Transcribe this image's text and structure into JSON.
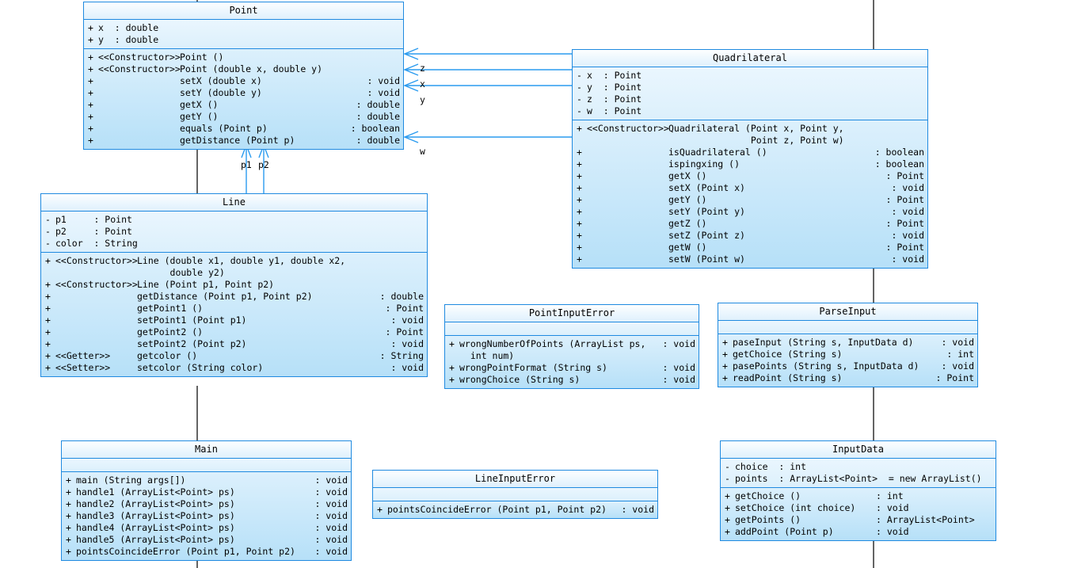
{
  "diagram": {
    "title": "UML Class Diagram",
    "colors": {
      "border": "#1f8ae0",
      "arrow": "#2a9bef",
      "link": "#222222",
      "body_light": "#eaf6fe",
      "body_dark": "#b6e0f8"
    }
  },
  "classes": {
    "point": {
      "name": "Point",
      "attributes": [
        {
          "vis": "+",
          "text": "x  : double"
        },
        {
          "vis": "+",
          "text": "y  : double"
        }
      ],
      "operations": [
        {
          "vis": "+",
          "stereo": "<<Constructor>>",
          "sig": "Point ()",
          "ret": ""
        },
        {
          "vis": "+",
          "stereo": "<<Constructor>>",
          "sig": "Point (double x, double y)",
          "ret": ""
        },
        {
          "vis": "+",
          "stereo": "",
          "sig": "setX (double x)",
          "ret": ": void"
        },
        {
          "vis": "+",
          "stereo": "",
          "sig": "setY (double y)",
          "ret": ": void"
        },
        {
          "vis": "+",
          "stereo": "",
          "sig": "getX ()",
          "ret": ": double"
        },
        {
          "vis": "+",
          "stereo": "",
          "sig": "getY ()",
          "ret": ": double"
        },
        {
          "vis": "+",
          "stereo": "",
          "sig": "equals (Point p)",
          "ret": ": boolean"
        },
        {
          "vis": "+",
          "stereo": "",
          "sig": "getDistance (Point p)",
          "ret": ": double"
        }
      ]
    },
    "quadrilateral": {
      "name": "Quadrilateral",
      "attributes": [
        {
          "vis": "-",
          "text": "x  : Point"
        },
        {
          "vis": "-",
          "text": "y  : Point"
        },
        {
          "vis": "-",
          "text": "z  : Point"
        },
        {
          "vis": "-",
          "text": "w  : Point"
        }
      ],
      "operations": [
        {
          "vis": "+",
          "stereo": "<<Constructor>>",
          "sig": "Quadrilateral (Point x, Point y,\n               Point z, Point w)",
          "ret": ""
        },
        {
          "vis": "+",
          "stereo": "",
          "sig": "isQuadrilateral ()",
          "ret": ": boolean"
        },
        {
          "vis": "+",
          "stereo": "",
          "sig": "ispingxing ()",
          "ret": ": boolean"
        },
        {
          "vis": "+",
          "stereo": "",
          "sig": "getX ()",
          "ret": ": Point"
        },
        {
          "vis": "+",
          "stereo": "",
          "sig": "setX (Point x)",
          "ret": ": void"
        },
        {
          "vis": "+",
          "stereo": "",
          "sig": "getY ()",
          "ret": ": Point"
        },
        {
          "vis": "+",
          "stereo": "",
          "sig": "setY (Point y)",
          "ret": ": void"
        },
        {
          "vis": "+",
          "stereo": "",
          "sig": "getZ ()",
          "ret": ": Point"
        },
        {
          "vis": "+",
          "stereo": "",
          "sig": "setZ (Point z)",
          "ret": ": void"
        },
        {
          "vis": "+",
          "stereo": "",
          "sig": "getW ()",
          "ret": ": Point"
        },
        {
          "vis": "+",
          "stereo": "",
          "sig": "setW (Point w)",
          "ret": ": void"
        }
      ]
    },
    "line": {
      "name": "Line",
      "attributes": [
        {
          "vis": "-",
          "text": "p1     : Point"
        },
        {
          "vis": "-",
          "text": "p2     : Point"
        },
        {
          "vis": "-",
          "text": "color  : String"
        }
      ],
      "operations": [
        {
          "vis": "+",
          "stereo": "<<Constructor>>",
          "sig": "Line (double x1, double y1, double x2,\n      double y2)",
          "ret": ""
        },
        {
          "vis": "+",
          "stereo": "<<Constructor>>",
          "sig": "Line (Point p1, Point p2)",
          "ret": ""
        },
        {
          "vis": "+",
          "stereo": "",
          "sig": "getDistance (Point p1, Point p2)",
          "ret": ": double"
        },
        {
          "vis": "+",
          "stereo": "",
          "sig": "getPoint1 ()",
          "ret": ": Point"
        },
        {
          "vis": "+",
          "stereo": "",
          "sig": "setPoint1 (Point p1)",
          "ret": ": void"
        },
        {
          "vis": "+",
          "stereo": "",
          "sig": "getPoint2 ()",
          "ret": ": Point"
        },
        {
          "vis": "+",
          "stereo": "",
          "sig": "setPoint2 (Point p2)",
          "ret": ": void"
        },
        {
          "vis": "+",
          "stereo": "<<Getter>>",
          "sig": "getcolor ()",
          "ret": ": String"
        },
        {
          "vis": "+",
          "stereo": "<<Setter>>",
          "sig": "setcolor (String color)",
          "ret": ": void"
        }
      ]
    },
    "point_input_error": {
      "name": "PointInputError",
      "attributes": [],
      "operations": [
        {
          "vis": "+",
          "stereo": "",
          "sig": "wrongNumberOfPoints (ArrayList ps,\n  int num)",
          "ret": ": void"
        },
        {
          "vis": "+",
          "stereo": "",
          "sig": "wrongPointFormat (String s)",
          "ret": ": void"
        },
        {
          "vis": "+",
          "stereo": "",
          "sig": "wrongChoice (String s)",
          "ret": ": void"
        }
      ]
    },
    "parse_input": {
      "name": "ParseInput",
      "attributes": [],
      "operations": [
        {
          "vis": "+",
          "stereo": "",
          "sig": "paseInput (String s, InputData d)",
          "ret": ": void"
        },
        {
          "vis": "+",
          "stereo": "",
          "sig": "getChoice (String s)",
          "ret": ": int"
        },
        {
          "vis": "+",
          "stereo": "",
          "sig": "pasePoints (String s, InputData d)",
          "ret": ": void"
        },
        {
          "vis": "+",
          "stereo": "",
          "sig": "readPoint (String s)",
          "ret": ": Point"
        }
      ]
    },
    "main": {
      "name": "Main",
      "attributes": [],
      "operations": [
        {
          "vis": "+",
          "stereo": "",
          "sig": "main (String args[])",
          "ret": ": void"
        },
        {
          "vis": "+",
          "stereo": "",
          "sig": "handle1 (ArrayList<Point> ps)",
          "ret": ": void"
        },
        {
          "vis": "+",
          "stereo": "",
          "sig": "handle2 (ArrayList<Point> ps)",
          "ret": ": void"
        },
        {
          "vis": "+",
          "stereo": "",
          "sig": "handle3 (ArrayList<Point> ps)",
          "ret": ": void"
        },
        {
          "vis": "+",
          "stereo": "",
          "sig": "handle4 (ArrayList<Point> ps)",
          "ret": ": void"
        },
        {
          "vis": "+",
          "stereo": "",
          "sig": "handle5 (ArrayList<Point> ps)",
          "ret": ": void"
        },
        {
          "vis": "+",
          "stereo": "",
          "sig": "pointsCoincideError (Point p1, Point p2)",
          "ret": ": void"
        }
      ]
    },
    "line_input_error": {
      "name": "LineInputError",
      "attributes": [],
      "operations": [
        {
          "vis": "+",
          "stereo": "",
          "sig": "pointsCoincideError (Point p1, Point p2)",
          "ret": ": void"
        }
      ]
    },
    "input_data": {
      "name": "InputData",
      "attributes": [
        {
          "vis": "-",
          "text": "choice  : int"
        },
        {
          "vis": "-",
          "text": "points  : ArrayList<Point>  = new ArrayList()"
        }
      ],
      "operations": [
        {
          "vis": "+",
          "stereo": "",
          "sig": "getChoice ()",
          "ret": ": int"
        },
        {
          "vis": "+",
          "stereo": "",
          "sig": "setChoice (int choice)",
          "ret": ": void"
        },
        {
          "vis": "+",
          "stereo": "",
          "sig": "getPoints ()",
          "ret": ": ArrayList<Point>"
        },
        {
          "vis": "+",
          "stereo": "",
          "sig": "addPoint (Point p)",
          "ret": ": void"
        }
      ]
    }
  },
  "edge_labels": {
    "quad_z": "z",
    "quad_x": "x",
    "quad_y": "y",
    "quad_w": "w",
    "line_p1": "p1",
    "line_p2": "p2"
  }
}
